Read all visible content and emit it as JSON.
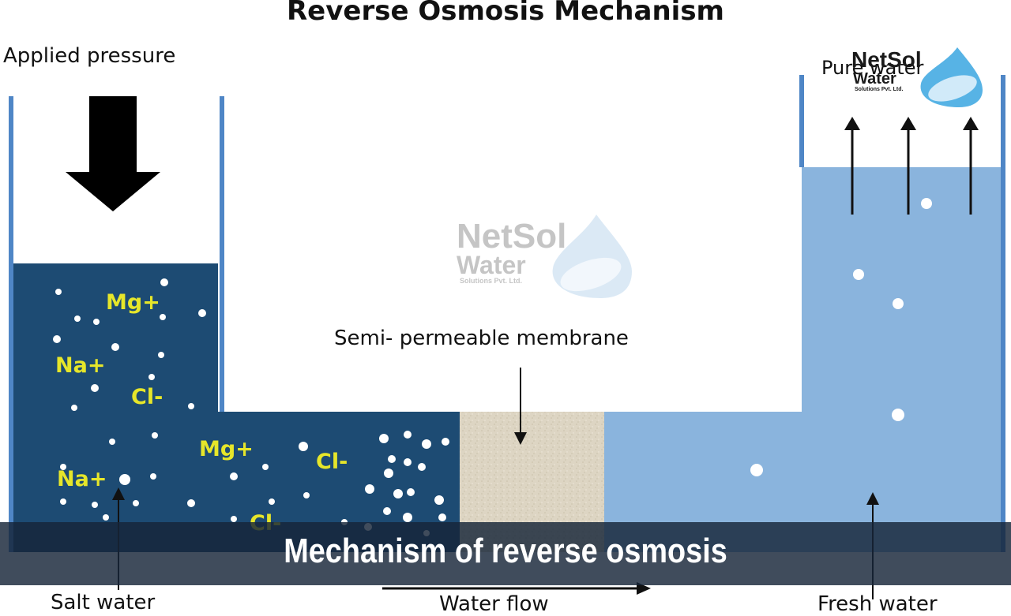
{
  "title": "Reverse Osmosis Mechanism",
  "labels": {
    "applied_pressure": "Applied pressure",
    "membrane": "Semi- permeable membrane",
    "pure_water": "Pure water",
    "salt_water": "Salt water",
    "water_flow": "Water flow",
    "fresh_water": "Fresh water"
  },
  "ions": [
    "Mg+",
    "Na+",
    "Cl-",
    "Na+",
    "Mg+",
    "Cl-",
    "Cl-"
  ],
  "banner": "Mechanism of reverse osmosis",
  "logo": {
    "line1": "NetSol",
    "line2": "Water",
    "line3": "Solutions Pvt. Ltd."
  },
  "colors": {
    "salt_water": "#1d4b73",
    "fresh_water": "#8ab4dd",
    "membrane": "#ddd5c3",
    "container": "#4f86c6",
    "ion_text": "#e6e62a",
    "banner": "#162438"
  }
}
